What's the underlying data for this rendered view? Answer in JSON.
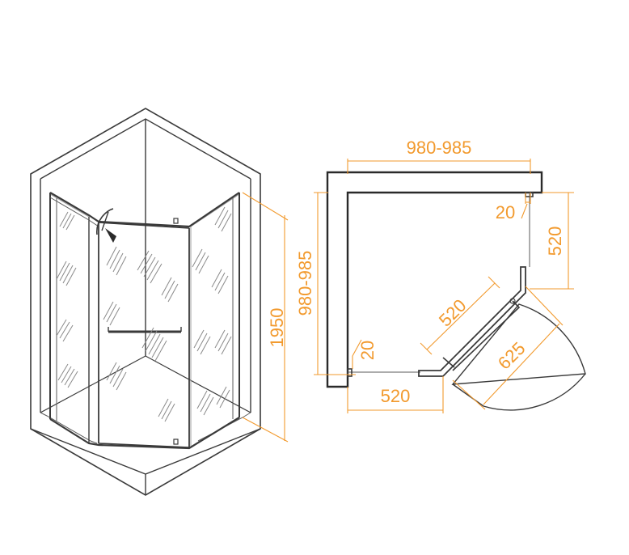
{
  "colors": {
    "line": "#3a3a3a",
    "dimension": "#f29a2e",
    "background": "#ffffff"
  },
  "icons": {
    "door_swing": "curved-arrow-icon"
  },
  "dimensions": {
    "height": "1950",
    "top_width": "980-985",
    "left_depth": "980-985",
    "right_wall_offset": "20",
    "right_panel": "520",
    "left_wall_offset": "20",
    "bottom_panel": "520",
    "diagonal_panel": "520",
    "door_swing": "625"
  }
}
